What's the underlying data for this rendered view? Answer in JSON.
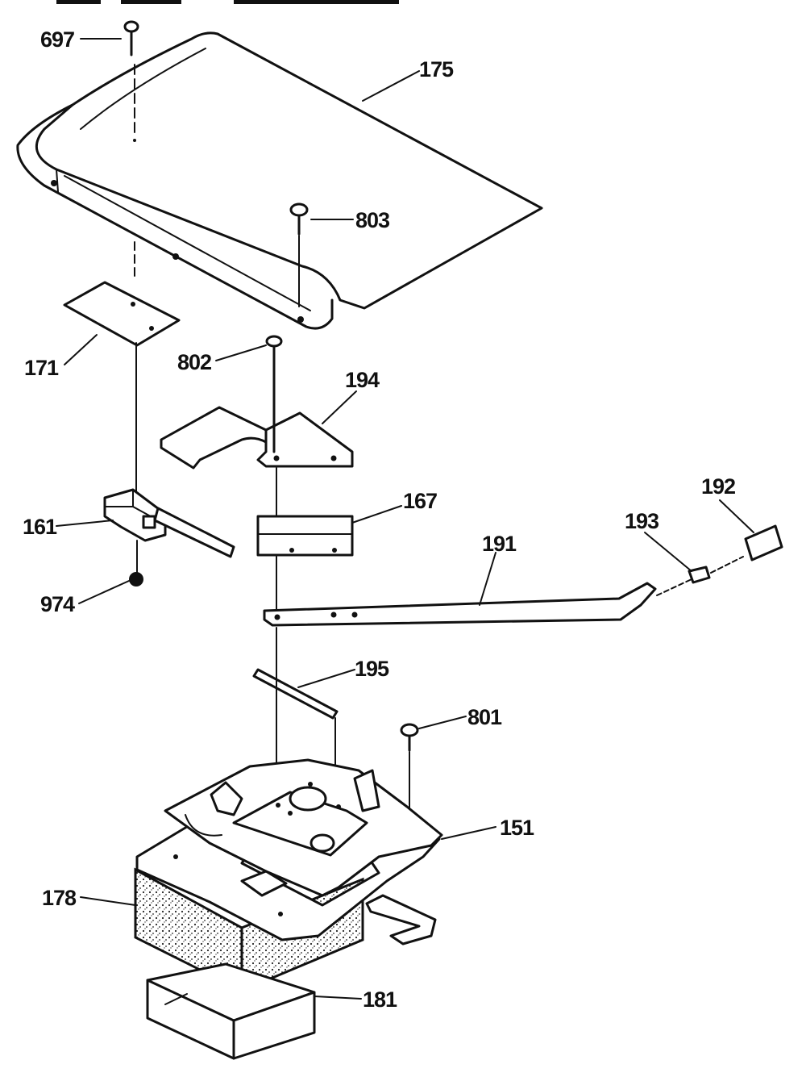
{
  "diagram": {
    "callouts": {
      "c697": "697",
      "c175": "175",
      "c803": "803",
      "c171": "171",
      "c802": "802",
      "c194": "194",
      "c161": "161",
      "c167": "167",
      "c192": "192",
      "c193": "193",
      "c191": "191",
      "c974": "974",
      "c195": "195",
      "c801": "801",
      "c151": "151",
      "c178": "178",
      "c181": "181"
    }
  }
}
